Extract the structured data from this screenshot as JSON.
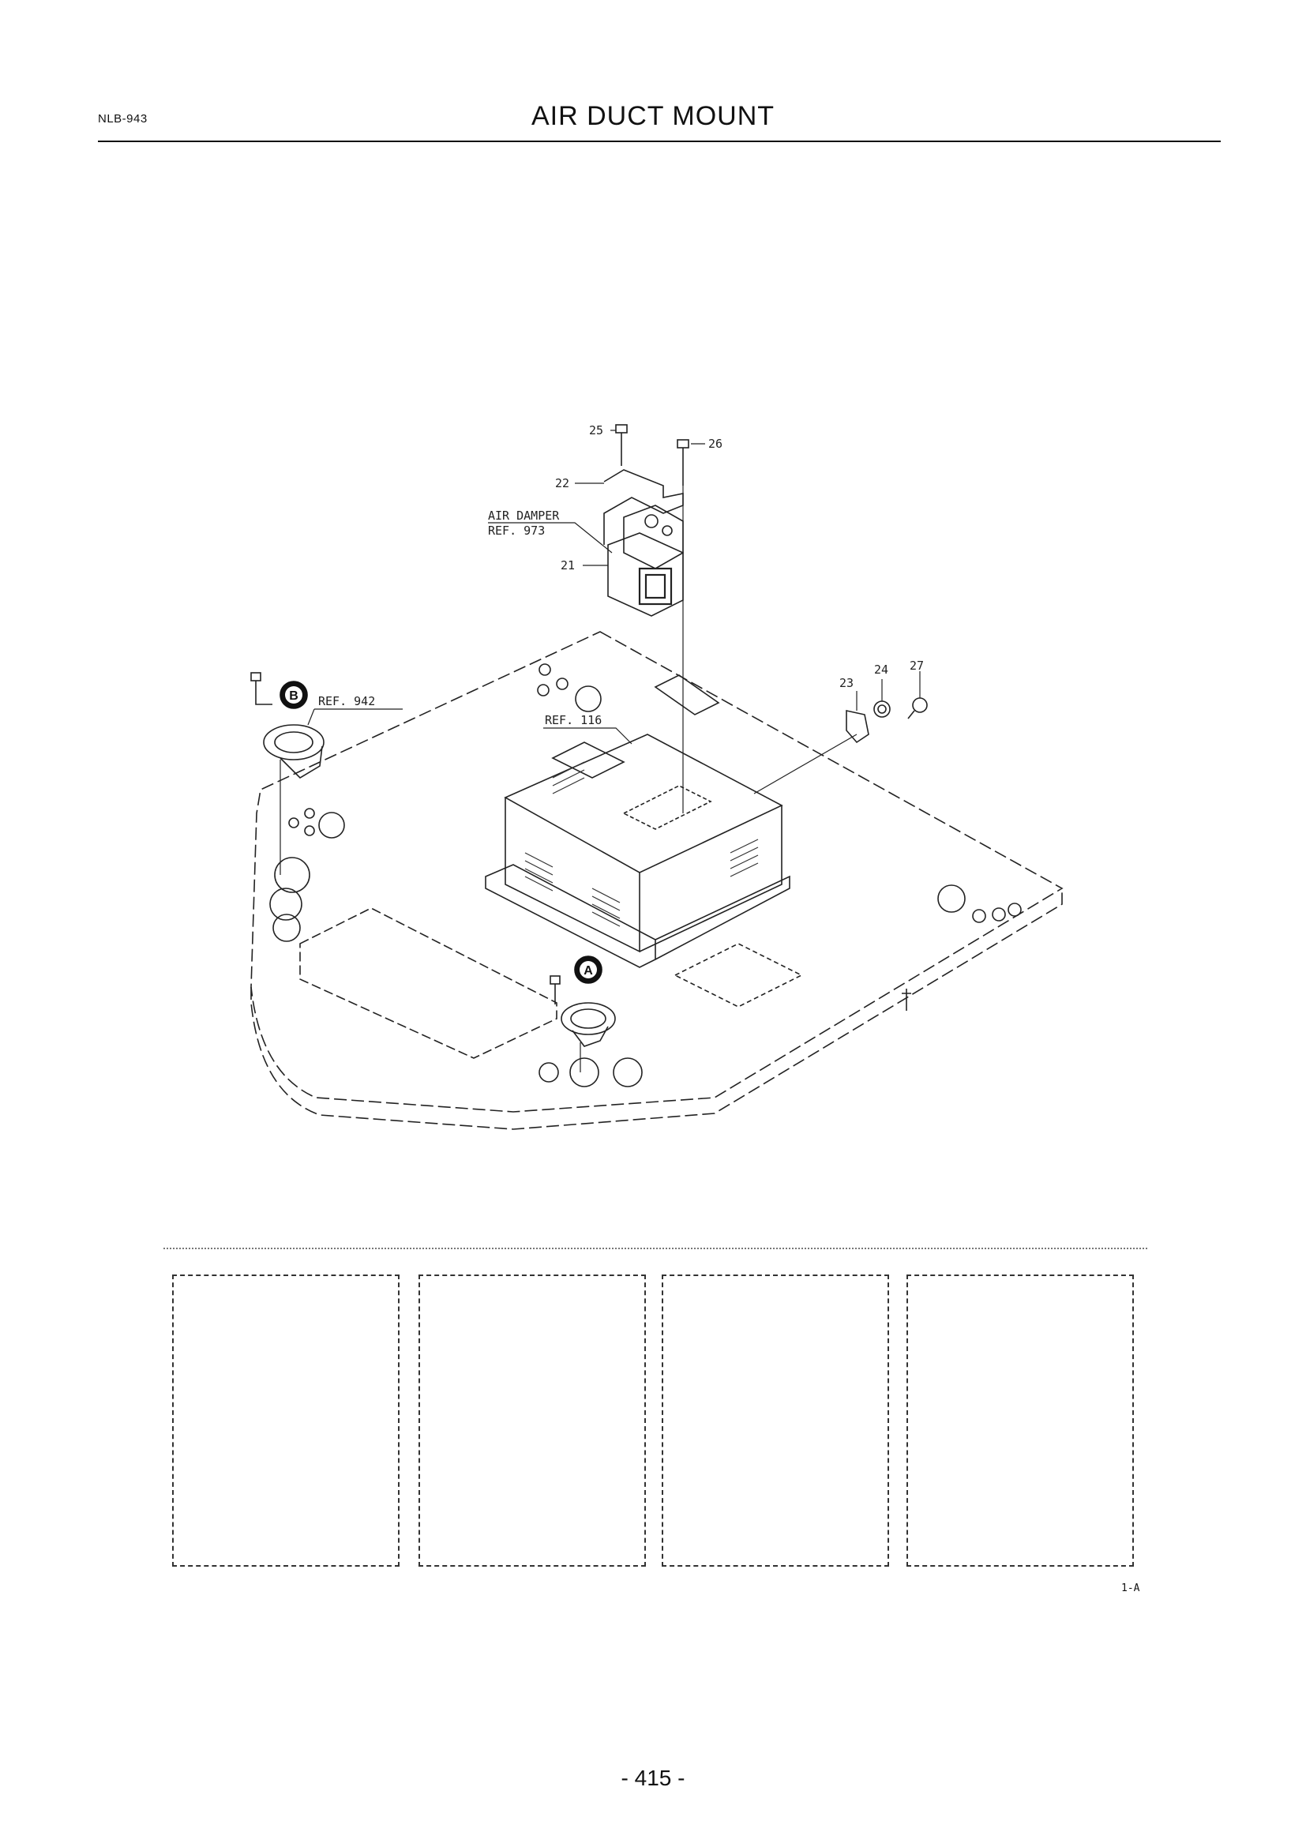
{
  "header": {
    "doc_code": "NLB-943",
    "title": "AIR DUCT MOUNT"
  },
  "diagram": {
    "labels": {
      "p25": "25",
      "p26": "26",
      "p22": "22",
      "p21": "21",
      "air_damper": "AIR DAMPER",
      "ref973": "REF. 973",
      "ref942": "REF. 942",
      "ref116": "REF. 116",
      "p23": "23",
      "p24": "24",
      "p27": "27",
      "callout_a": "A",
      "callout_b": "B"
    }
  },
  "footer": {
    "section_code": "1-A",
    "page_number": "- 415 -"
  }
}
